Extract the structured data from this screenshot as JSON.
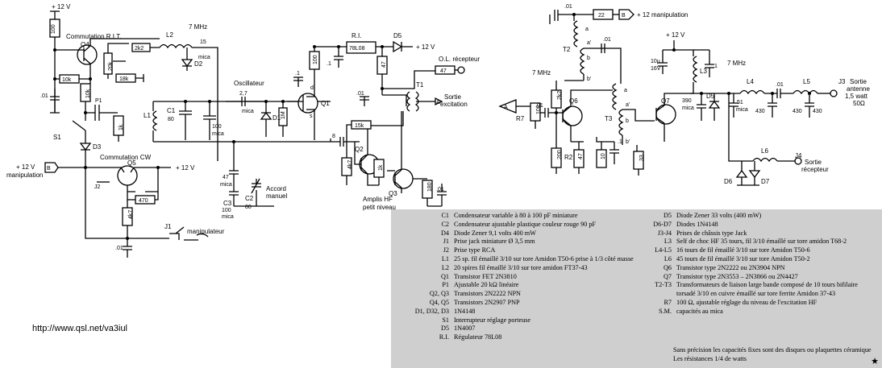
{
  "schematic": {
    "labels": {
      "v12_top": "+ 12 V",
      "comm_rit": "Commutation R.I.T.",
      "r100_top": "100",
      "q4": "Q4",
      "r2k2": "2k2",
      "l2": "L2",
      "mhz7_a": "7 MHz",
      "c15": "15",
      "mica_a": "mica",
      "d2": "D2",
      "r20k": "20k",
      "r18k": "18k",
      "r10k_a": "10k",
      "r10k_b": "10k",
      "c01_a": ".01",
      "c01_b": ".01",
      "p1": "P1",
      "r1k_a": "1k",
      "s1": "S1",
      "d3": "D3",
      "l1": "L1",
      "c1": "C1",
      "c1_val": "80",
      "c100_mica_a": "100",
      "c100_mica_a2": "mica",
      "osc": "Oscillateur",
      "c2_7": "2,7",
      "mica_b": "mica",
      "d1": "D1",
      "r1m": "1M",
      "q1": "Q1",
      "d_lbl": "d",
      "s_lbl": "s",
      "c1_1": ".1",
      "r100_mid": "100",
      "ri": "R.I.",
      "reg": "78L08",
      "d5": "D5",
      "v12_mid": "+ 12 V",
      "c1_2": ".1",
      "r47_a": "47",
      "ol": "O.L. récepteur",
      "r47_b": "47",
      "c01_c": ".01",
      "t1": "T1",
      "sortie": "Sortie",
      "excitation": "excitation",
      "a_lbl1": "A",
      "r15k": "15k",
      "n8": "8",
      "q2": "Q2",
      "q3": "Q3",
      "r4k7_a": "4k7",
      "r1k_b": "1k",
      "r180": "180",
      "c01_d": ".01",
      "amplis": "Amplis HF",
      "petit": "petit niveau",
      "c47": "47",
      "c47_mica": "mica",
      "c3": "C3",
      "c3_val": "100",
      "c3_mica": "mica",
      "c2": "C2",
      "c2_val": "80",
      "accord": "Accord",
      "manuel": "manuel",
      "v12_manip": "+ 12 V",
      "manipulation": "manipulation",
      "b_lbl": "B",
      "comm_cw": "Commutation CW",
      "q5": "Q5",
      "v12_q5": "+ 12 V",
      "j2": "J2",
      "r470": "470",
      "r4k7_b": "4k7",
      "j1": "J1",
      "manipulateur": "manipulateur",
      "c01_e": ".01",
      "c01_f": ".01",
      "r22": "22",
      "b_lbl2": "B",
      "v12_manip2": "+ 12 manipulation",
      "t2": "T2",
      "t_a": "a",
      "t_a2": "a'",
      "t_b": "b",
      "t_b2": "b'",
      "c01_g": ".01",
      "mhz7_b": "7 MHz",
      "a_lbl2": "A",
      "r7": "R7",
      "r100_r7": "100",
      "c01_h": ".01",
      "r2k2_b": "2k2",
      "q6": "Q6",
      "r200": "200",
      "r2": "R2",
      "r47_c": "47",
      "r10": "10",
      "c1_3": ".1",
      "t3": "T3",
      "t3_a": "a",
      "t3_a2": "a'",
      "t3_b": "b",
      "t3_b2": "b'",
      "r33": "33",
      "q7": "Q7",
      "v12_right": "+ 12 V",
      "c10u": "10µ",
      "c16v": "16V",
      "l3": "L3",
      "c1_4": ".1",
      "mhz7_c": "7 MHz",
      "c390": "390",
      "c390_mica": "mica",
      "d5b": "D5",
      "l4": "L4",
      "c51": "51",
      "c51_mica": "mica",
      "c430_a": "430",
      "c01_i": ".01",
      "l5": "L5",
      "c430_b": "430",
      "c430_c": "430",
      "j3": "J3",
      "sortie_ant": "Sortie",
      "antenne": "antenne",
      "watt": "1,5 watt",
      "ohm": "50Ω",
      "l6": "L6",
      "j4": "J4",
      "sortie_rec": "Sortie",
      "recepteur": "récepteur",
      "d6": "D6",
      "d7": "D7"
    }
  },
  "parts_left": [
    {
      "ref": "C1",
      "desc": "Condensateur variable à 80 à 100 pF miniature"
    },
    {
      "ref": "C2",
      "desc": "Condensateur ajustable plastique couleur rouge 90 pF"
    },
    {
      "ref": "D4",
      "desc": "Diode Zener 9,1 volts 400 mW"
    },
    {
      "ref": "J1",
      "desc": "Prise jack miniature Ø 3,5 mm"
    },
    {
      "ref": "J2",
      "desc": "Prise type RCA"
    },
    {
      "ref": "L1",
      "desc": "25 sp. fil émaillé 3/10 sur tore Amidon T50-6 prise à 1/3 côté masse"
    },
    {
      "ref": "L2",
      "desc": "20 spires fil émaillé 3/10 sur tore amidon FT37-43"
    },
    {
      "ref": "Q1",
      "desc": "Transistor FET 2N3810"
    },
    {
      "ref": "P1",
      "desc": "Ajustable 20 kΩ linéaire"
    },
    {
      "ref": "Q2, Q3",
      "desc": "Transistors 2N2222 NPN"
    },
    {
      "ref": "Q4, Q5",
      "desc": "Transistors 2N2907 PNP"
    },
    {
      "ref": "D1, D32, D3",
      "desc": "1N4148"
    },
    {
      "ref": "S1",
      "desc": "Interrupteur réglage porteuse"
    },
    {
      "ref": "D5",
      "desc": "1N4007"
    },
    {
      "ref": "R.I.",
      "desc": "Régulateur 78L08"
    }
  ],
  "parts_right": [
    {
      "ref": "D5",
      "desc": "Diode Zener 33 volts (400 mW)"
    },
    {
      "ref": "D6-D7",
      "desc": "Diodes 1N4148"
    },
    {
      "ref": "J3-J4",
      "desc": "Prises de châssis type Jack"
    },
    {
      "ref": "L3",
      "desc": "Self de choc HF 35 tours, fil 3/10 émaillé sur tore amidon T68-2"
    },
    {
      "ref": "L4-L5",
      "desc": "16 tours de fil émaillé 3/10 sur tore Amidon T50-6"
    },
    {
      "ref": "L6",
      "desc": "45 tours de fil émaillé 3/10 sur tore Amidon T50-2"
    },
    {
      "ref": "Q6",
      "desc": "Transistor type 2N2222 ou 2N3904 NPN"
    },
    {
      "ref": "Q7",
      "desc": "Transistor type 2N3553 – 2N3866 ou 2N4427"
    },
    {
      "ref": "T2-T3",
      "desc": "Transformateurs de liaison large bande composé de 10 tours bifilaire"
    },
    {
      "ref": "",
      "desc": "torsadé 3/10 en cuivre émaillé sur tore ferrite Amidon 37-43"
    },
    {
      "ref": "R7",
      "desc": "100 Ω, ajustable réglage du niveau de l'excitation HF"
    },
    {
      "ref": "S.M.",
      "desc": "capacités au mica"
    }
  ],
  "note_1": "Sans précision les capacités fixes sont des disques ou plaquettes céramique",
  "note_2": "Les résistances 1/4 de watts",
  "star": "★",
  "url": "http://www.qsl.net/va3iul"
}
